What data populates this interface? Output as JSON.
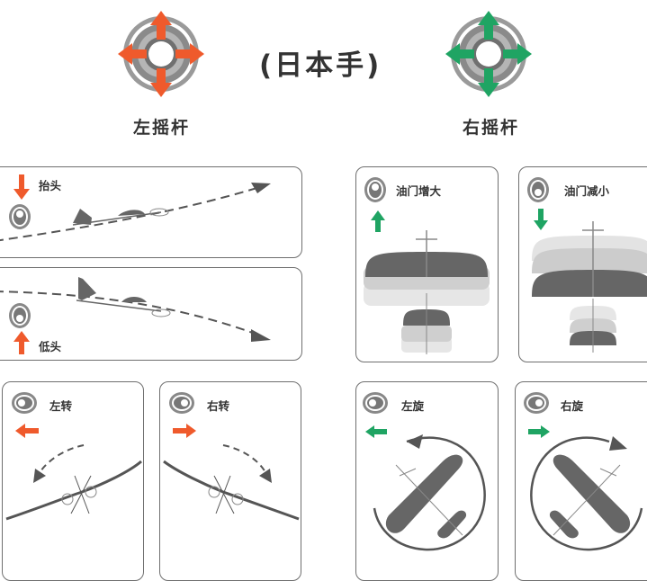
{
  "header": {
    "title": "(日本手)",
    "left_stick_label": "左摇杆",
    "right_stick_label": "右摇杆"
  },
  "left_panels": {
    "pitch_up": "抬头",
    "pitch_down": "低头",
    "turn_left": "左转",
    "turn_right": "右转"
  },
  "right_panels": {
    "throttle_up": "油门增大",
    "throttle_down": "油门减小",
    "rotate_left": "左旋",
    "rotate_right": "右旋"
  },
  "colors": {
    "left_arrow": "#ef5a2c",
    "right_arrow": "#1fa463",
    "line_gray": "#555555",
    "wing_dark": "#666666"
  }
}
